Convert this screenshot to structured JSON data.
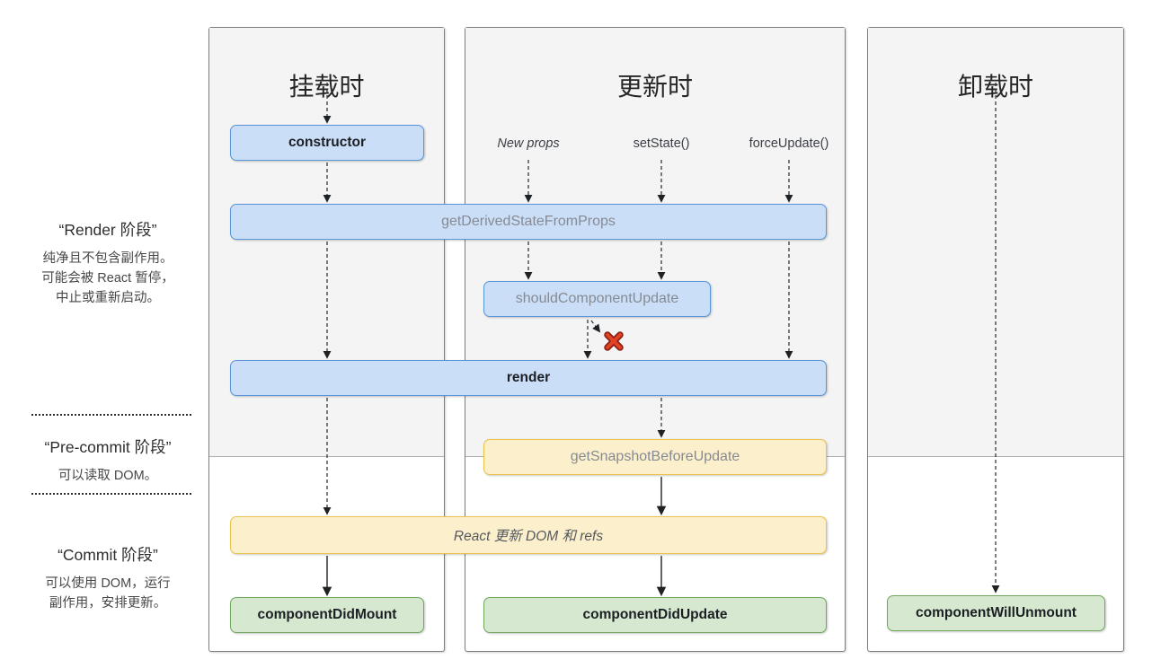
{
  "colors": {
    "blue_fill": "#cbdef8",
    "blue_border": "#5a96d8",
    "yellow_fill": "#fcf0cc",
    "yellow_border": "#ecc348",
    "green_fill": "#d6e9d0",
    "green_border": "#6fa85e",
    "x_red": "#e34325",
    "panel_shade": "#f4f4f5"
  },
  "sidebar": {
    "render_phase": {
      "title": "“Render 阶段”",
      "line1": "纯净且不包含副作用。",
      "line2": "可能会被 React 暂停，",
      "line3": "中止或重新启动。"
    },
    "pre_commit": {
      "title": "“Pre-commit 阶段”",
      "line1": "可以读取 DOM。"
    },
    "commit": {
      "title": "“Commit 阶段”",
      "line1": "可以使用 DOM，运行",
      "line2": "副作用，安排更新。"
    }
  },
  "columns": {
    "mounting": {
      "title": "挂载时"
    },
    "updating": {
      "title": "更新时",
      "trigger_new_props": "New props",
      "trigger_set_state": "setState()",
      "trigger_force_update": "forceUpdate()"
    },
    "unmounting": {
      "title": "卸载时"
    }
  },
  "boxes": {
    "constructor_label": "constructor",
    "get_derived_state_from_props": "getDerivedStateFromProps",
    "should_component_update": "shouldComponentUpdate",
    "render_label": "render",
    "get_snapshot_before_update": "getSnapshotBeforeUpdate",
    "react_updates": "React 更新 DOM 和 refs",
    "component_did_mount": "componentDidMount",
    "component_did_update": "componentDidUpdate",
    "component_will_unmount": "componentWillUnmount"
  }
}
